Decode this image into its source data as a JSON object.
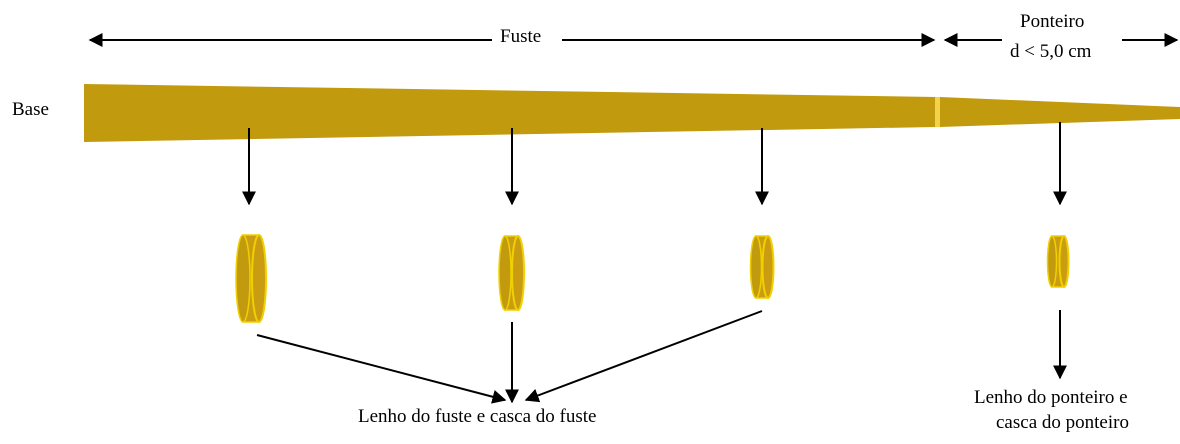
{
  "labels": {
    "fuste": "Fuste",
    "ponteiro": "Ponteiro",
    "ponteiro_diameter": "d < 5,0 cm",
    "base": "Base",
    "fuste_output": "Lenho do fuste e casca do fuste",
    "ponteiro_output_line1": "Lenho do ponteiro e",
    "ponteiro_output_line2": "casca do ponteiro"
  },
  "colors": {
    "trunk": "#C29A0E",
    "disc_edge": "#F0D000",
    "disc_face": "#C99C12",
    "arrow": "#000000"
  }
}
